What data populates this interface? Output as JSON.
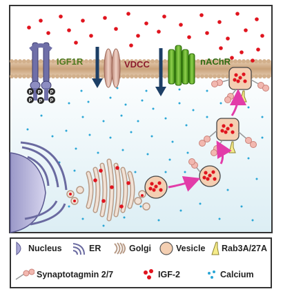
{
  "membrane_labels": {
    "igf1r": "IGF1R",
    "vdcc": "VDCC",
    "nachr": "nAChR",
    "phospho": "P"
  },
  "label_colors": {
    "igf1r": "#4e7a1f",
    "vdcc": "#8b1a2b",
    "nachr": "#2f6b12"
  },
  "legend": {
    "nucleus": "Nucleus",
    "er": "ER",
    "golgi": "Golgi",
    "vesicle": "Vesicle",
    "rab": "Rab3A/27A",
    "synaptotagmin": "Synaptotagmin 2/7",
    "igf2": "IGF-2",
    "calcium": "Calcium"
  },
  "colors": {
    "igf2_dot": "#e0141e",
    "calcium_dot": "#2aa6d6",
    "flow_arrow": "#e23ca9",
    "channel_arrow": "#1d3f66",
    "vesicle_fill": "#f4cfb2",
    "membrane": "#c9a27a"
  }
}
